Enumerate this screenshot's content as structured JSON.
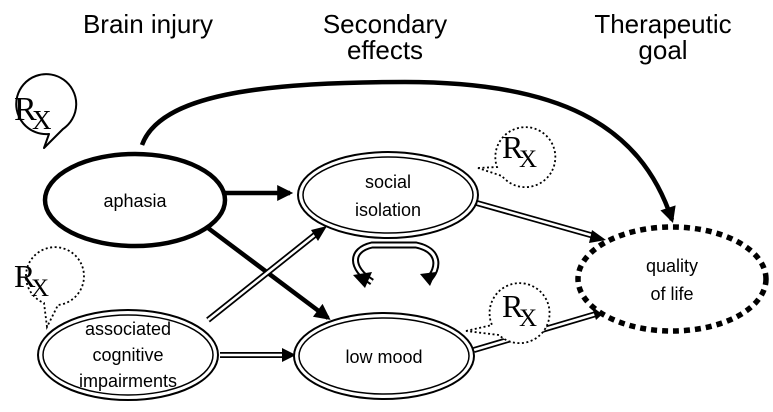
{
  "headers": {
    "col1": "Brain injury",
    "col2_line1": "Secondary",
    "col2_line2": "effects",
    "col3_line1": "Therapeutic",
    "col3_line2": "goal"
  },
  "nodes": {
    "aphasia": {
      "label": "aphasia"
    },
    "social_isolation": {
      "line1": "social",
      "line2": "isolation"
    },
    "associated_cognitive_impairments": {
      "line1": "associated",
      "line2": "cognitive",
      "line3": "impairments"
    },
    "low_mood": {
      "label": "low mood"
    },
    "quality_of_life": {
      "line1": "quality",
      "line2": "of life"
    }
  },
  "rx_symbol": {
    "r": "R",
    "x": "X"
  },
  "colors": {
    "ink": "#000000",
    "background": "#ffffff"
  }
}
